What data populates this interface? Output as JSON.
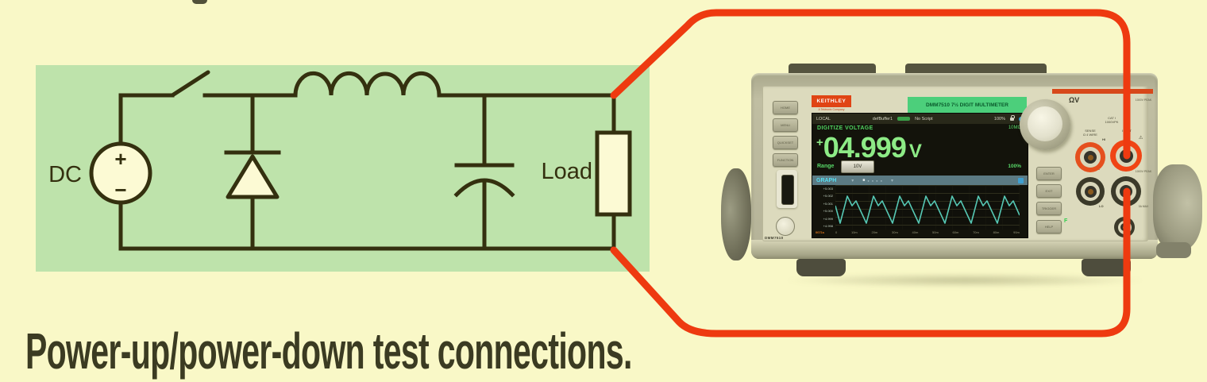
{
  "caption": "Power-up/power-down test connections.",
  "circuit": {
    "source_label": "DC",
    "plus": "+",
    "minus": "−",
    "load_label": "Load"
  },
  "instrument": {
    "brand": "KEITHLEY",
    "brand_sub": "A Tektronix Company",
    "banner": "DMM7510 7½ DIGIT MULTIMETER",
    "model_label": "DMM7510",
    "left_buttons": [
      "HOME",
      "MENU",
      "QUICKSET",
      "FUNCTION"
    ],
    "right_buttons": [
      "ENTER",
      "EXIT",
      "TRIGGER",
      "HELP"
    ],
    "screen": {
      "status": {
        "mode": "LOCAL",
        "buffer": "defBuffer1",
        "script": "No Script",
        "percent": "100%"
      },
      "function_label": "DIGITIZE VOLTAGE",
      "aux_right": "10MΩ",
      "reading_sign": "+",
      "reading_value": "04.999",
      "reading_unit": "V",
      "range_label": "Range",
      "range_value": "10V",
      "buffer_fill": "100%",
      "tab_label": "GRAPH",
      "footer_left": "0071s",
      "graph": {
        "y_labels": [
          "+5.003",
          "+5.002",
          "+5.001",
          "+5.000",
          "+4.999",
          "+4.998"
        ],
        "x_labels": [
          "0",
          "10m",
          "20m",
          "30m",
          "40m",
          "50m",
          "60m",
          "70m",
          "80m",
          "90m"
        ]
      }
    },
    "terminals": {
      "heading": "ΩV",
      "rating_line1": "CAT I",
      "rating_line2": "1000VPK",
      "sense_line1": "SENSE",
      "sense_line2": "Ω 4 WIRE",
      "input_label": "INPUT",
      "hi": "HI",
      "lo": "LO",
      "front_indicator": "F",
      "side_rating_top": "1000V PEAK",
      "side_rating_mid": "1000V PEAK",
      "side_rating_bot": "3A MAX"
    }
  },
  "icons": {
    "chevron_down": "▾",
    "dot_active": "■",
    "dot": "●",
    "warning": "⚠"
  },
  "colors": {
    "background": "#f9f8c7",
    "panel_green": "#bee3ab",
    "wire_red": "#ee3a10",
    "circuit_ink": "#34300f",
    "screen_green": "#8deb86",
    "banner_green": "#4ccf7b",
    "logo_red": "#e04414"
  }
}
